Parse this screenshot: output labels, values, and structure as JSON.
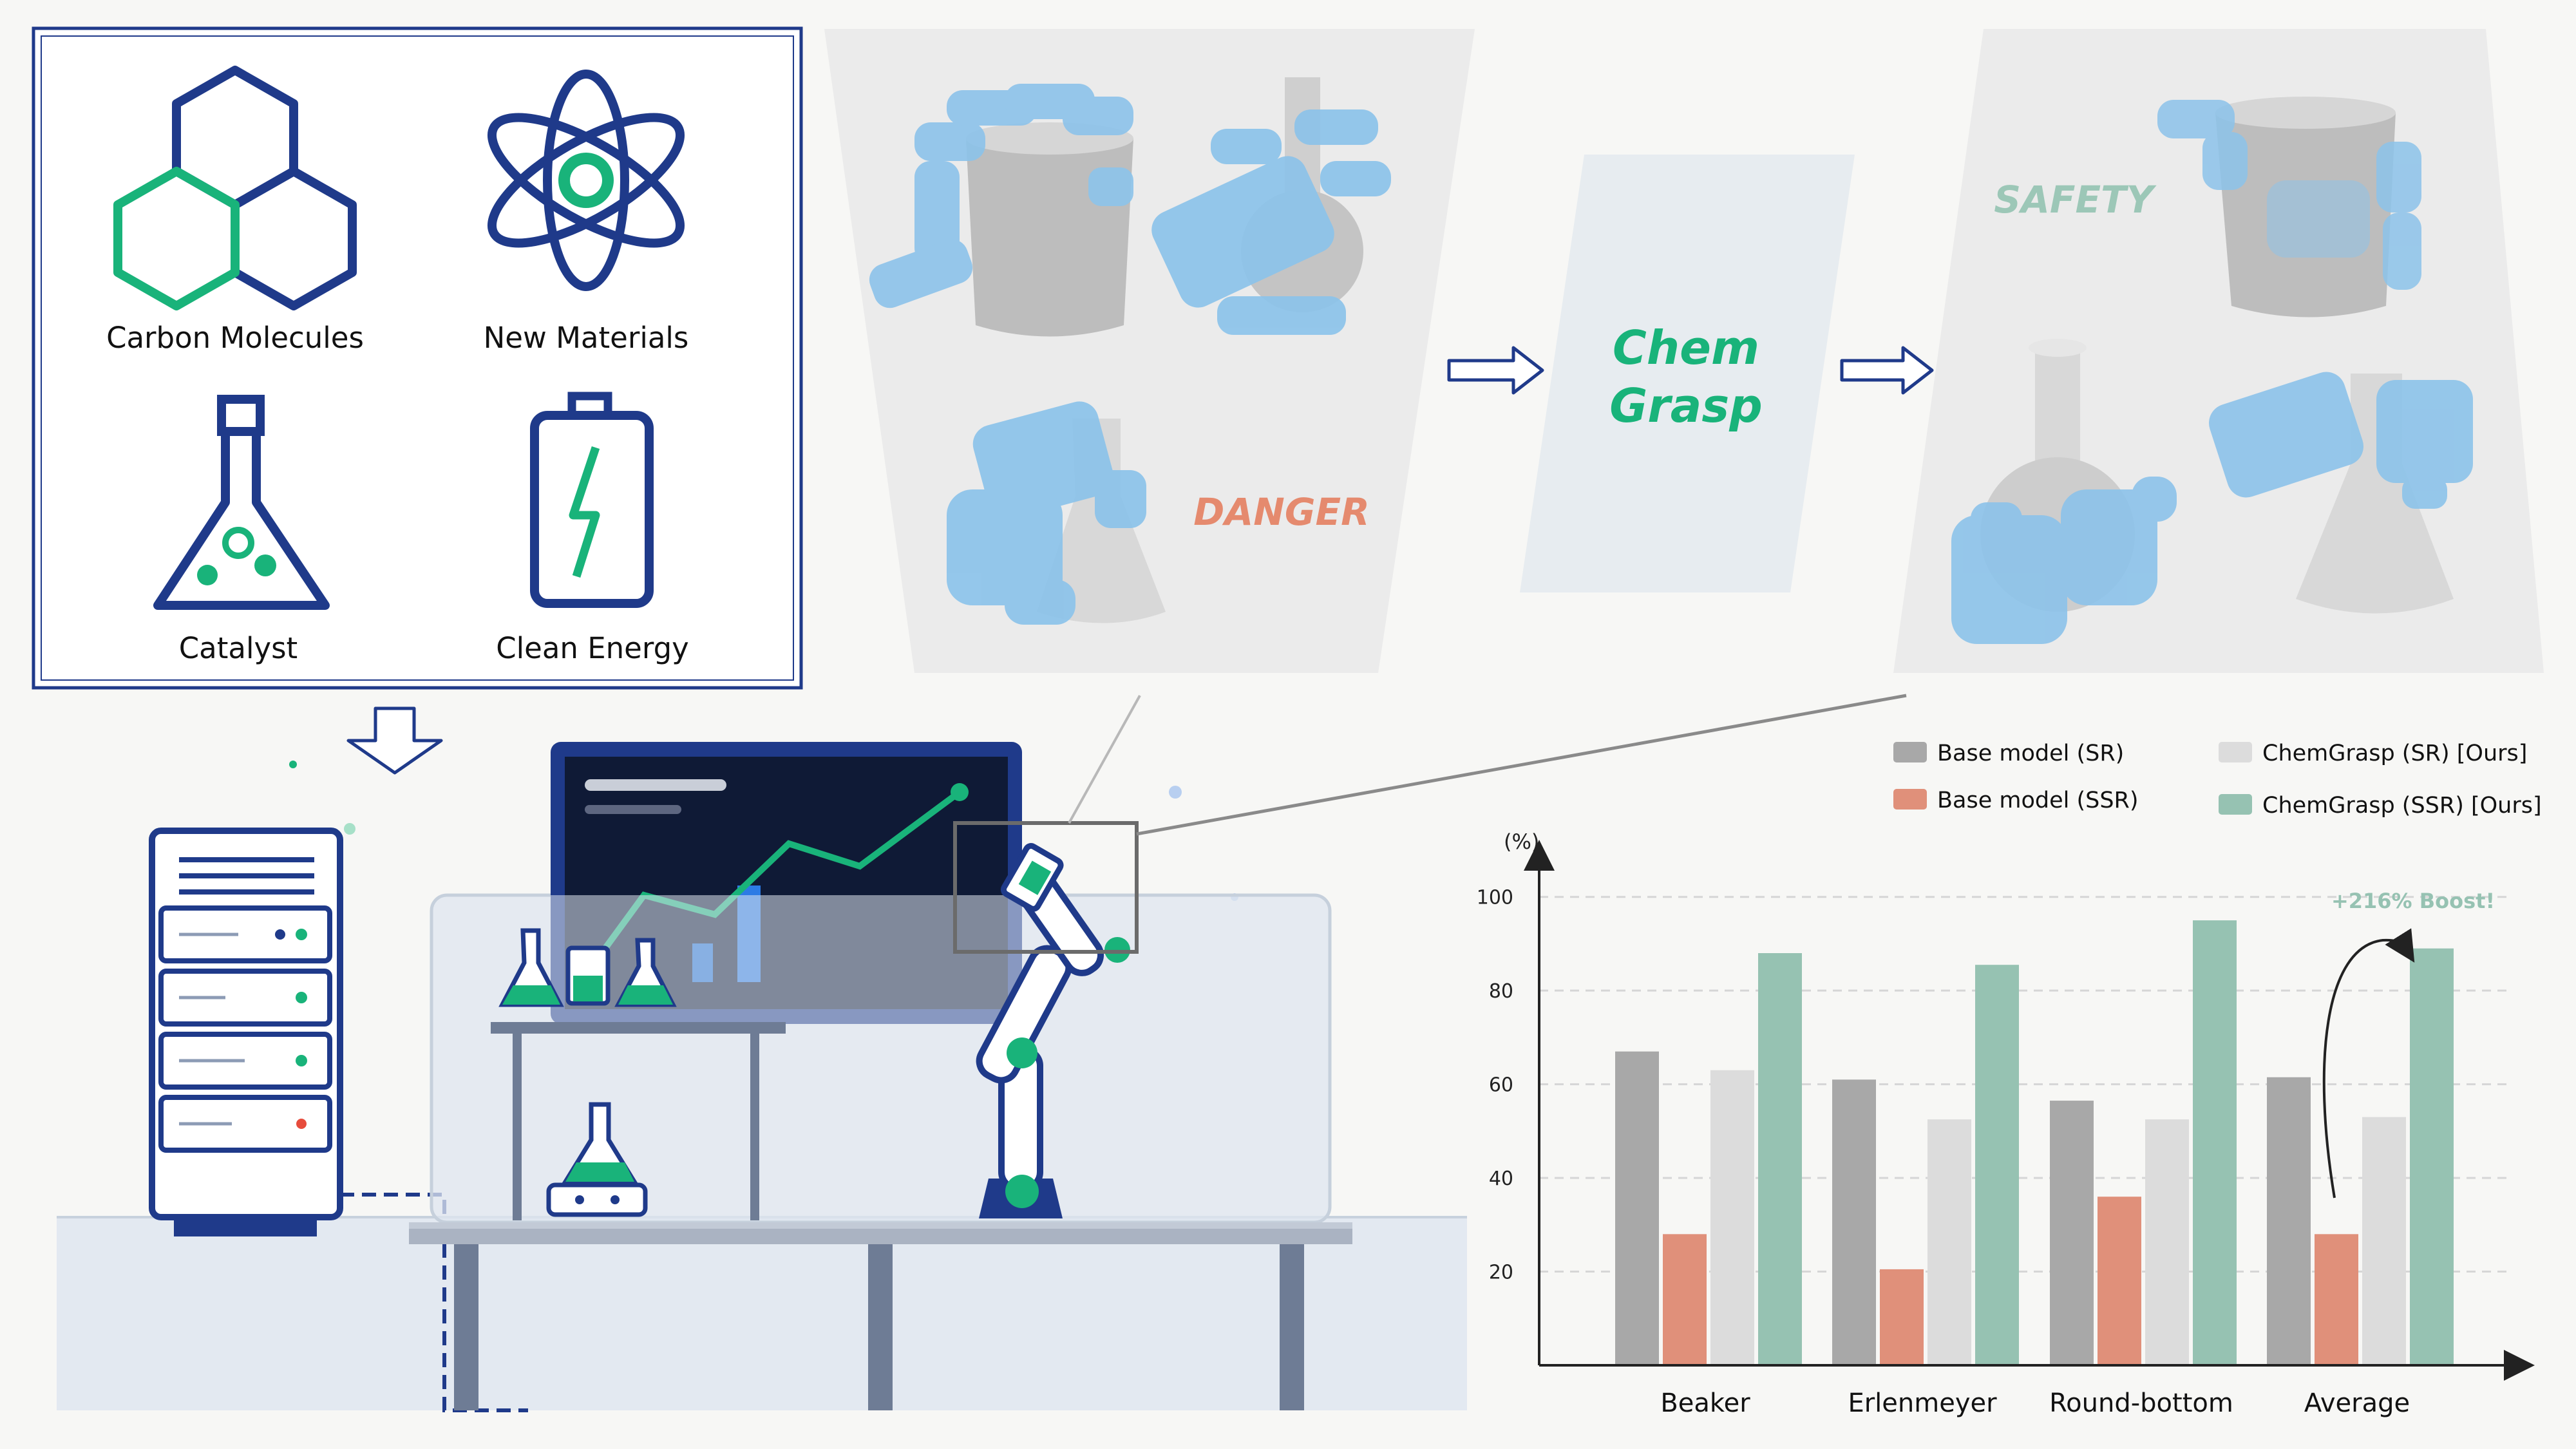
{
  "domains": {
    "carbon": "Carbon Molecules",
    "materials": "New Materials",
    "catalyst": "Catalyst",
    "energy": "Clean Energy"
  },
  "labels": {
    "danger": "DANGER",
    "safety": "SAFETY",
    "chem": "Chem",
    "grasp": "Grasp"
  },
  "colors": {
    "navy": "#1f3a8a",
    "green": "#19b37a",
    "danger": "#e58a6e",
    "safety": "#9cc7b7",
    "grasp_text": "#19b37a"
  },
  "chart_data": {
    "type": "bar",
    "categories": [
      "Beaker",
      "Erlenmeyer",
      "Round-bottom",
      "Average"
    ],
    "series": [
      {
        "name": "Base model (SR)",
        "color": "#a8a8a8",
        "values": [
          67,
          61,
          56.5,
          61.5
        ]
      },
      {
        "name": "Base model (SSR)",
        "color": "#e0907a",
        "values": [
          28,
          20.5,
          36,
          28
        ]
      },
      {
        "name": "ChemGrasp (SR) [Ours]",
        "color": "#dcdcdc",
        "values": [
          63,
          52.5,
          52.5,
          53
        ]
      },
      {
        "name": "ChemGrasp (SSR) [Ours]",
        "color": "#96c2b2",
        "values": [
          88,
          85.5,
          95,
          89
        ]
      }
    ],
    "ylabel": "(%)",
    "yticks": [
      "20",
      "40",
      "60",
      "80",
      "100"
    ],
    "ylim": [
      0,
      110
    ],
    "annotation": "+216% Boost!"
  }
}
